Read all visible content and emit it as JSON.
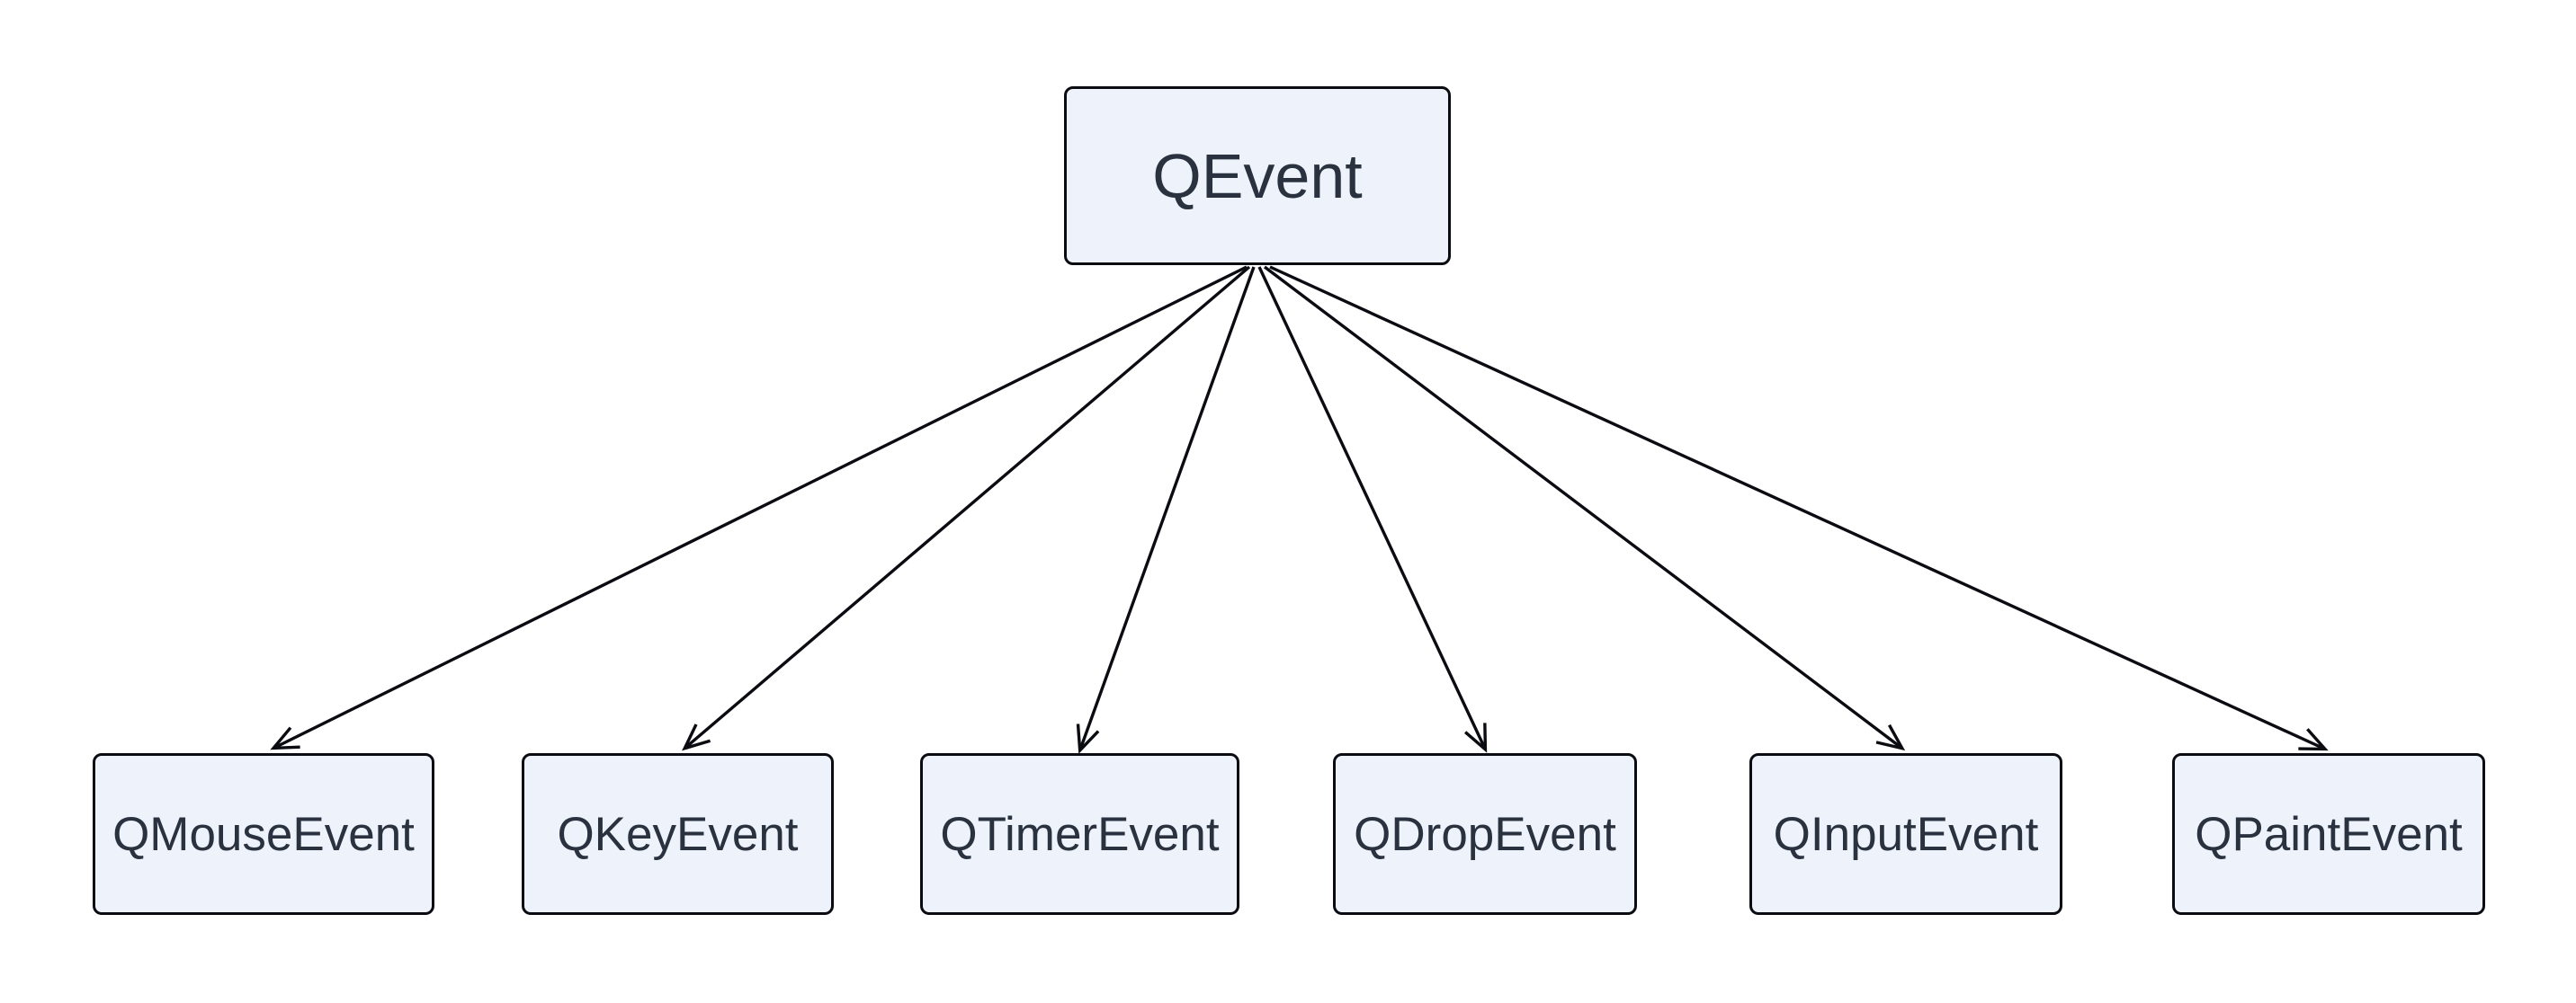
{
  "diagram": {
    "type": "class-inheritance-tree",
    "root": {
      "label": "QEvent"
    },
    "children": [
      {
        "label": "QMouseEvent"
      },
      {
        "label": "QKeyEvent"
      },
      {
        "label": "QTimerEvent"
      },
      {
        "label": "QDropEvent"
      },
      {
        "label": "QInputEvent"
      },
      {
        "label": "QPaintEvent"
      }
    ],
    "edges": [
      {
        "from": "QEvent",
        "to": "QMouseEvent",
        "style": "open-arrow"
      },
      {
        "from": "QEvent",
        "to": "QKeyEvent",
        "style": "open-arrow"
      },
      {
        "from": "QEvent",
        "to": "QTimerEvent",
        "style": "open-arrow"
      },
      {
        "from": "QEvent",
        "to": "QDropEvent",
        "style": "open-arrow"
      },
      {
        "from": "QEvent",
        "to": "QInputEvent",
        "style": "open-arrow"
      },
      {
        "from": "QEvent",
        "to": "QPaintEvent",
        "style": "open-arrow"
      }
    ],
    "colors": {
      "background": "#ffffff",
      "node_fill": "#edf2fb",
      "node_border": "#0b0b12",
      "node_text": "#2a3240",
      "arrow": "#0b0b12"
    }
  }
}
